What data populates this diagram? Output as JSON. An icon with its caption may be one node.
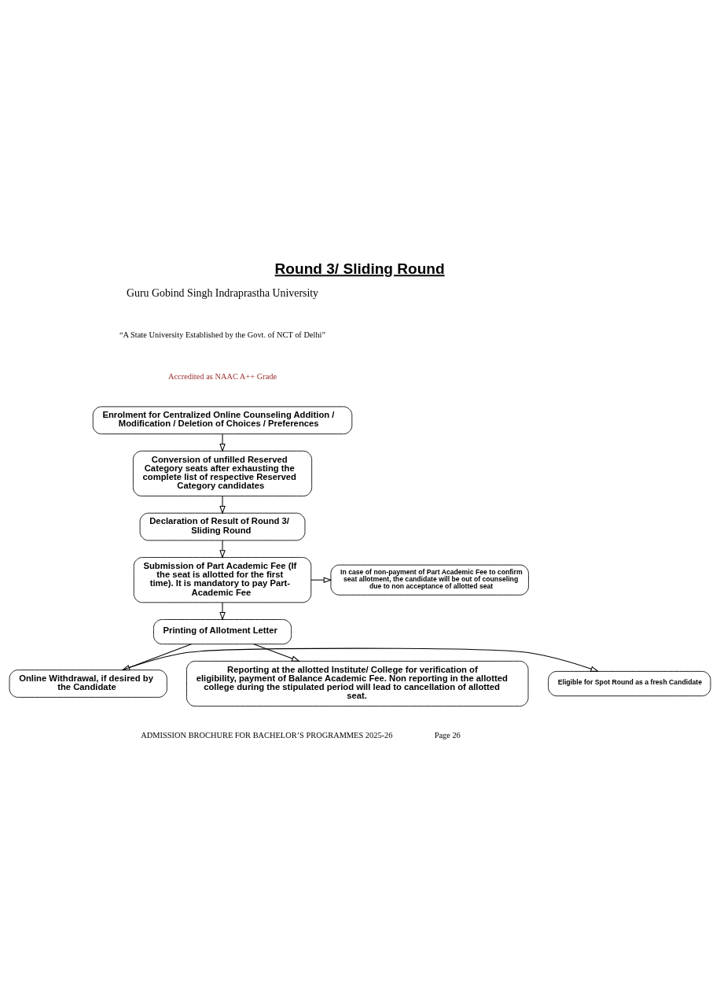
{
  "diagram": {
    "title": "Round 3/ Sliding Round",
    "nodes": [
      {
        "text": [
          "Enrolment for Centralized Online Counseling Addition / Modification / Deletion of Choices / Preferences"
        ]
      },
      {
        "text": [
          "Conversion of unfilled Reserved Category seats after exhausting the complete list of respective Reserved Category candidates"
        ]
      },
      {
        "text": [
          "Declaration of Result of Round 3/ Sliding Round"
        ]
      },
      {
        "text": [
          "In case of non-payment of Part Academic Fee to confirm seat allotment, the candidate will be out of counseling due to non acceptance of allotted seat"
        ]
      },
      {
        "text": [
          "Submission of Part Academic Fee (If the seat is allotted for the first time). It is mandatory to pay Part-Academic Fee"
        ]
      },
      {
        "text": [
          "Printing of Allotment Letter"
        ]
      },
      {
        "text": [
          "Eligible for Spot Round as a fresh Candidate"
        ]
      },
      {
        "text": [
          "Online Withdrawal, if desired by the Candidate"
        ]
      },
      {
        "text": [
          "Reporting at the allotted Institute/ College for verification of eligibility, payment of Balance Academic Fee. Non reporting in the allotted college during the stipulated period will lead to cancellation of allotted seat."
        ]
      }
    ],
    "edges": [
      {
        "from": 0,
        "to": 1,
        "arrow": "to"
      },
      {
        "from": 1,
        "to": 2,
        "arrow": "to"
      },
      {
        "from": 2,
        "to": 4,
        "arrow": "to"
      },
      {
        "from": 4,
        "to": 3,
        "arrow": "to"
      },
      {
        "from": 4,
        "to": 5,
        "arrow": "to"
      },
      {
        "from": 5,
        "to": 7,
        "arrow": "to"
      },
      {
        "from": 5,
        "to": 8,
        "arrow": "to"
      },
      {
        "from": 7,
        "to": 6,
        "arrow": "to"
      }
    ],
    "labels": [
      "Guru Gobind Singh Indraprastha University",
      "“A State University Established by the Govt. of NCT of Delhi”",
      "Accredited as NAAC A++ Grade",
      "ADMISSION BROCHURE FOR BACHELOR’S PROGRAMMES 2025-26",
      "Page 26"
    ]
  }
}
